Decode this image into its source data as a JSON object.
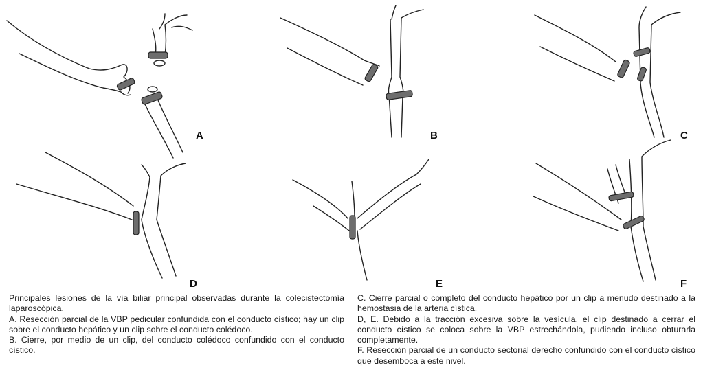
{
  "panels": [
    {
      "id": "A",
      "label": "A"
    },
    {
      "id": "B",
      "label": "B"
    },
    {
      "id": "C",
      "label": "C"
    },
    {
      "id": "D",
      "label": "D"
    },
    {
      "id": "E",
      "label": "E"
    },
    {
      "id": "F",
      "label": "F"
    }
  ],
  "caption": {
    "left": [
      "Principales lesiones de la vía biliar principal observadas durante la colecistectomía laparoscópica.",
      "A. Resección parcial de la VBP pedicular confundida con el conducto cístico; hay un clip sobre el conducto hepático y un clip sobre el conducto colédoco.",
      "B. Cierre, por medio de un clip, del conducto colédoco confundido con el conducto cístico."
    ],
    "right": [
      "C. Cierre parcial o completo del conducto hepático por un clip a menudo destinado a la hemostasia de la arteria cística.",
      "D, E. Debido a la tracción excesiva sobre la vesícula, el clip destinado a cerrar el conducto cístico se coloca sobre la VBP estrechándola, pudiendo incluso obturarla completamente.",
      "F. Resección parcial de un conducto sectorial derecho confundido con el conducto cístico que desemboca a este nivel."
    ]
  }
}
